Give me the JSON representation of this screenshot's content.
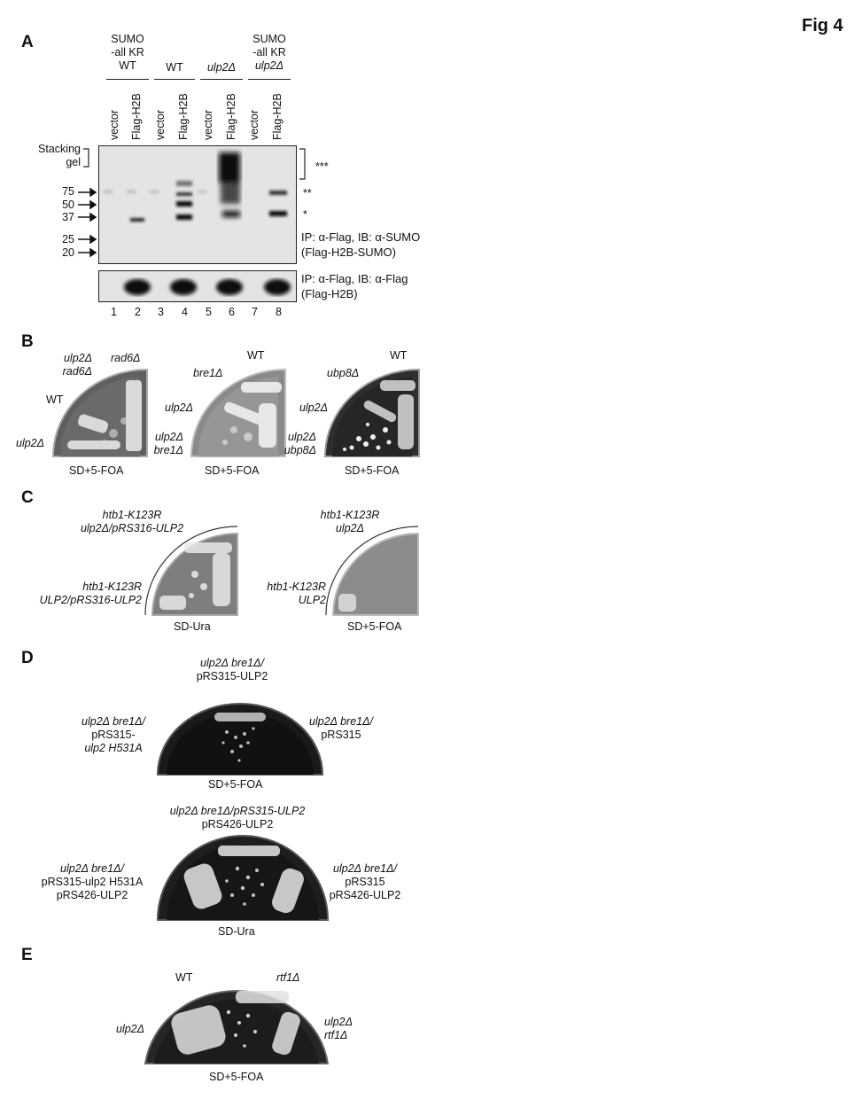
{
  "figure_label": "Fig 4",
  "panelA": {
    "letter": "A",
    "groups": [
      {
        "lines": [
          "SUMO",
          "-all KR",
          "WT"
        ]
      },
      {
        "lines": [
          "WT"
        ]
      },
      {
        "lines": [
          "ulp2Δ"
        ]
      },
      {
        "lines": [
          "SUMO",
          "-all KR",
          "ulp2Δ"
        ]
      }
    ],
    "lanes": [
      "vector",
      "Flag-H2B",
      "vector",
      "Flag-H2B",
      "vector",
      "Flag-H2B",
      "vector",
      "Flag-H2B"
    ],
    "lane_numbers": [
      "1",
      "2",
      "3",
      "4",
      "5",
      "6",
      "7",
      "8"
    ],
    "stacking_label": [
      "Stacking",
      "gel"
    ],
    "markers": [
      "75",
      "50",
      "37",
      "25",
      "20"
    ],
    "asterisks": [
      "***",
      "**",
      "*"
    ],
    "blot1_caption": [
      "IP: α-Flag, IB: α-SUMO",
      "(Flag-H2B-SUMO)"
    ],
    "blot2_caption": [
      "IP: α-Flag, IB: α-Flag",
      "(Flag-H2B)"
    ]
  },
  "panelB": {
    "letter": "B",
    "plates": [
      {
        "labels": [
          "ulp2Δ",
          "rad6Δ",
          "rad6Δ",
          "WT",
          "ulp2Δ"
        ],
        "caption": "SD+5-FOA"
      },
      {
        "labels": [
          "WT",
          "bre1Δ",
          "ulp2Δ",
          "ulp2Δ",
          "bre1Δ"
        ],
        "caption": "SD+5-FOA"
      },
      {
        "labels": [
          "WT",
          "ubp8Δ",
          "ulp2Δ",
          "ulp2Δ",
          "ubp8Δ"
        ],
        "caption": "SD+5-FOA"
      }
    ]
  },
  "panelC": {
    "letter": "C",
    "plates": [
      {
        "top": [
          "htb1-K123R",
          "ulp2Δ/pRS316-ULP2"
        ],
        "bottom": [
          "htb1-K123R",
          "ULP2/pRS316-ULP2"
        ],
        "caption": "SD-Ura"
      },
      {
        "top": [
          "htb1-K123R",
          "ulp2Δ"
        ],
        "bottom": [
          "htb1-K123R",
          "ULP2"
        ],
        "caption": "SD+5-FOA"
      }
    ]
  },
  "panelD": {
    "letter": "D",
    "plate1": {
      "top": [
        "ulp2Δ bre1Δ/",
        "pRS315-ULP2"
      ],
      "left": [
        "ulp2Δ bre1Δ/",
        "pRS315-",
        "ulp2 H531A"
      ],
      "right": [
        "ulp2Δ bre1Δ/",
        "pRS315"
      ],
      "caption": "SD+5-FOA"
    },
    "plate2": {
      "top": [
        "ulp2Δ bre1Δ/pRS315-ULP2",
        "pRS426-ULP2"
      ],
      "left": [
        "ulp2Δ bre1Δ/",
        "pRS315-ulp2 H531A",
        "pRS426-ULP2"
      ],
      "right": [
        "ulp2Δ bre1Δ/",
        "pRS315",
        "pRS426-ULP2"
      ],
      "caption": "SD-Ura"
    }
  },
  "panelE": {
    "letter": "E",
    "labels": [
      "WT",
      "rtf1Δ",
      "ulp2Δ",
      "ulp2Δ",
      "rtf1Δ"
    ],
    "caption": "SD+5-FOA"
  }
}
